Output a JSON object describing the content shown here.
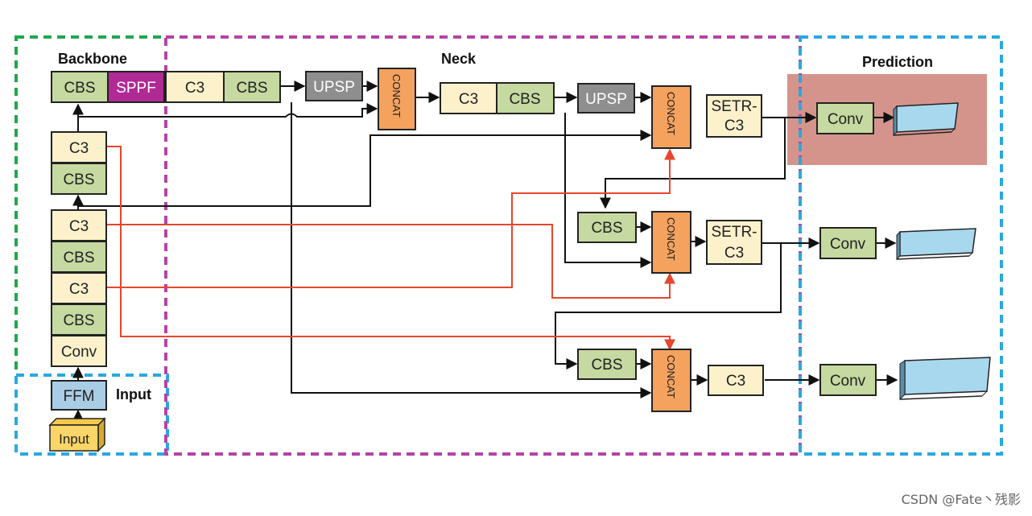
{
  "sections": {
    "backbone": "Backbone",
    "neck": "Neck",
    "prediction": "Prediction",
    "input": "Input"
  },
  "blocks": {
    "cbs": "CBS",
    "sppf": "SPPF",
    "c3": "C3",
    "upsp": "UPSP",
    "concat": "CONCAT",
    "setr1": "SETR-",
    "setr2": "C3",
    "conv": "Conv",
    "ffm": "FFM",
    "input": "Input"
  },
  "colors": {
    "green_border": "#1fa84b",
    "magenta_border": "#b443a6",
    "blue_border": "#29a8e0",
    "cbs_fill": "#c5d9a0",
    "c3_fill": "#fdf1cc",
    "sppf_fill": "#b02a96",
    "upsp_fill": "#8e8e8e",
    "concat_fill": "#f4a25e",
    "ffm_fill": "#a9cde4",
    "input_fill": "#fbd567",
    "pred_bg": "#d4948c",
    "output_fill": "#a8d8ee",
    "red_line": "#e8452c"
  },
  "watermark": "CSDN @Fate丶残影"
}
